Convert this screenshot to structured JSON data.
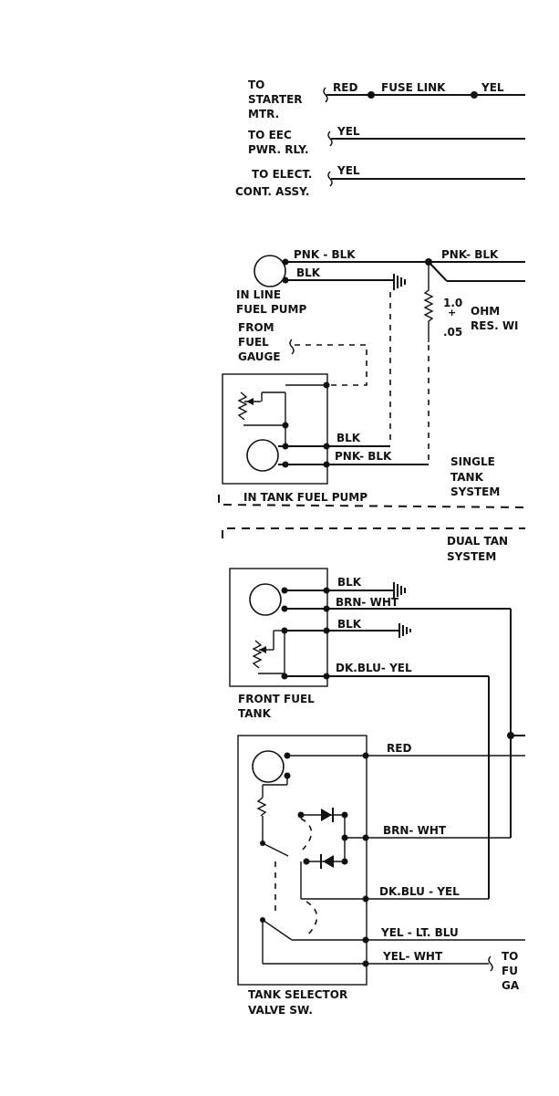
{
  "top_section": {
    "to_starter_l1": "TO",
    "to_starter_l2": "STARTER",
    "to_starter_l3": "MTR.",
    "red": "RED",
    "fuse_link": "FUSE LINK",
    "yel_1": "YEL",
    "to_eec_l1": "TO EEC",
    "to_eec_l2": "PWR. RLY.",
    "yel_2": "YEL",
    "to_elect_l1": "TO ELECT.",
    "to_elect_l2": "CONT. ASSY.",
    "yel_3": "YEL"
  },
  "single_tank": {
    "pnk_blk_1": "PNK - BLK",
    "pnk_blk_2": "PNK- BLK",
    "blk_1": "BLK",
    "inline_l1": "IN LINE",
    "inline_l2": "FUEL PUMP",
    "ohm_val": "1.0",
    "ohm_tol": ".05",
    "ohm_label": "OHM",
    "res_wire": "RES. WI",
    "from_l1": "FROM",
    "from_l2": "FUEL",
    "from_l3": "GAUGE",
    "blk_2": "BLK",
    "pnk_blk_3": "PNK- BLK",
    "single_l1": "SINGLE",
    "single_l2": "TANK",
    "single_l3": "SYSTEM",
    "in_tank": "IN TANK FUEL PUMP"
  },
  "dual_tank": {
    "dual_l1": "DUAL TAN",
    "dual_l2": "SYSTEM",
    "blk_a": "BLK",
    "brn_wht_a": "BRN- WHT",
    "blk_b": "BLK",
    "dk_blu_yel_a": "DK.BLU- YEL",
    "front_l1": "FRONT FUEL",
    "front_l2": "TANK",
    "red": "RED",
    "brn_wht_b": "BRN- WHT",
    "dk_blu_yel_b": "DK.BLU - YEL",
    "yel_lt_blu": "YEL - LT. BLU",
    "yel_wht": "YEL- WHT",
    "to_fuel_l1": "TO",
    "to_fuel_l2": "FU",
    "to_fuel_l3": "GA",
    "selector_l1": "TANK SELECTOR",
    "selector_l2": "VALVE SW."
  }
}
